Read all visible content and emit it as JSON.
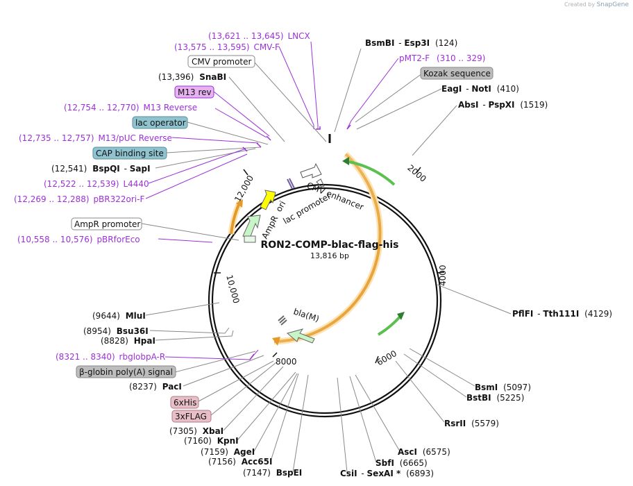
{
  "credit": {
    "prefix": "Created by",
    "brand": "SnapGene"
  },
  "plasmid": {
    "name": "RON2-COMP-blac-flag-his",
    "length": "13,816 bp"
  },
  "ticks": [
    "2000",
    "4000",
    "6000",
    "8000",
    "10,000",
    "12,000"
  ],
  "inner_features": {
    "cmv_enhancer": "CMV enhancer",
    "ori": "ori",
    "lac_promoter": "lac promoter",
    "ampr": "AmpR",
    "bla": "bla(M)"
  },
  "labels": {
    "lncx": {
      "pos": "(13,621 .. 13,645)",
      "name": "LNCX"
    },
    "cmvf": {
      "pos": "(13,575 .. 13,595)",
      "name": "CMV-F"
    },
    "cmvpromoter": {
      "name": "CMV promoter"
    },
    "snabi": {
      "pos": "(13,396)",
      "name": "SnaBI"
    },
    "m13rev": {
      "name": "M13 rev"
    },
    "m13reverse": {
      "pos": "(12,754 .. 12,770)",
      "name": "M13 Reverse"
    },
    "lacoperator": {
      "name": "lac operator"
    },
    "m13puc": {
      "pos": "(12,735 .. 12,757)",
      "name": "M13/pUC Reverse"
    },
    "cap": {
      "name": "CAP binding site"
    },
    "bspqi": {
      "pos": "(12,541)",
      "name": "BspQI",
      "name2": "SapI"
    },
    "l4440": {
      "pos": "(12,522 .. 12,539)",
      "name": "L4440"
    },
    "pbr322": {
      "pos": "(12,269 .. 12,288)",
      "name": "pBR322ori-F"
    },
    "amprpromoter": {
      "name": "AmpR promoter"
    },
    "pbrforeco": {
      "pos": "(10,558 .. 10,576)",
      "name": "pBRforEco"
    },
    "mlui": {
      "pos": "(9644)",
      "name": "MluI"
    },
    "bsu36i": {
      "pos": "(8954)",
      "name": "Bsu36I"
    },
    "hpai": {
      "pos": "(8828)",
      "name": "HpaI"
    },
    "rbglobpa": {
      "pos": "(8321 .. 8340)",
      "name": "rbglobpA-R"
    },
    "betaglobin": {
      "name": "β-globin poly(A) signal"
    },
    "paci": {
      "pos": "(8237)",
      "name": "PacI"
    },
    "his6": {
      "name": "6xHis"
    },
    "flag3": {
      "name": "3xFLAG"
    },
    "xbai": {
      "pos": "(7305)",
      "name": "XbaI"
    },
    "kpni": {
      "pos": "(7160)",
      "name": "KpnI"
    },
    "agei": {
      "pos": "(7159)",
      "name": "AgeI"
    },
    "acc65i": {
      "pos": "(7156)",
      "name": "Acc65I"
    },
    "bspei": {
      "pos": "(7147)",
      "name": "BspEI"
    },
    "bsmbi": {
      "name": "BsmBI",
      "name2": "Esp3I",
      "pos": "(124)"
    },
    "pmt2f": {
      "name": "pMT2-F",
      "pos": "(310 .. 329)"
    },
    "kozak": {
      "name": "Kozak sequence"
    },
    "eagi": {
      "name": "EagI",
      "name2": "NotI",
      "pos": "(410)"
    },
    "absi": {
      "name": "AbsI",
      "name2": "PspXI",
      "pos": "(1519)"
    },
    "pflfi": {
      "name": "PflFI",
      "name2": "Tth111I",
      "pos": "(4129)"
    },
    "bsmi": {
      "name": "BsmI",
      "pos": "(5097)"
    },
    "bstbi": {
      "name": "BstBI",
      "pos": "(5225)"
    },
    "rsrii": {
      "name": "RsrII",
      "pos": "(5579)"
    },
    "asci": {
      "name": "AscI",
      "pos": "(6575)"
    },
    "sbfi": {
      "name": "SbfI",
      "pos": "(6665)"
    },
    "csii": {
      "name": "CsiI",
      "name2": "SexAI *",
      "pos": "(6893)"
    }
  },
  "colors": {
    "primer": "#9b30d9",
    "orf": "#e8a030",
    "promoter_fill": "#c8f5c8",
    "ori_fill": "#ffff00",
    "lac_operator_fill": "#8fc3cf",
    "m13rev_fill": "#e6b3f0",
    "tag_fill": "#e8bfc8",
    "kozak_fill": "#bdbdbd",
    "line": "#888888"
  }
}
